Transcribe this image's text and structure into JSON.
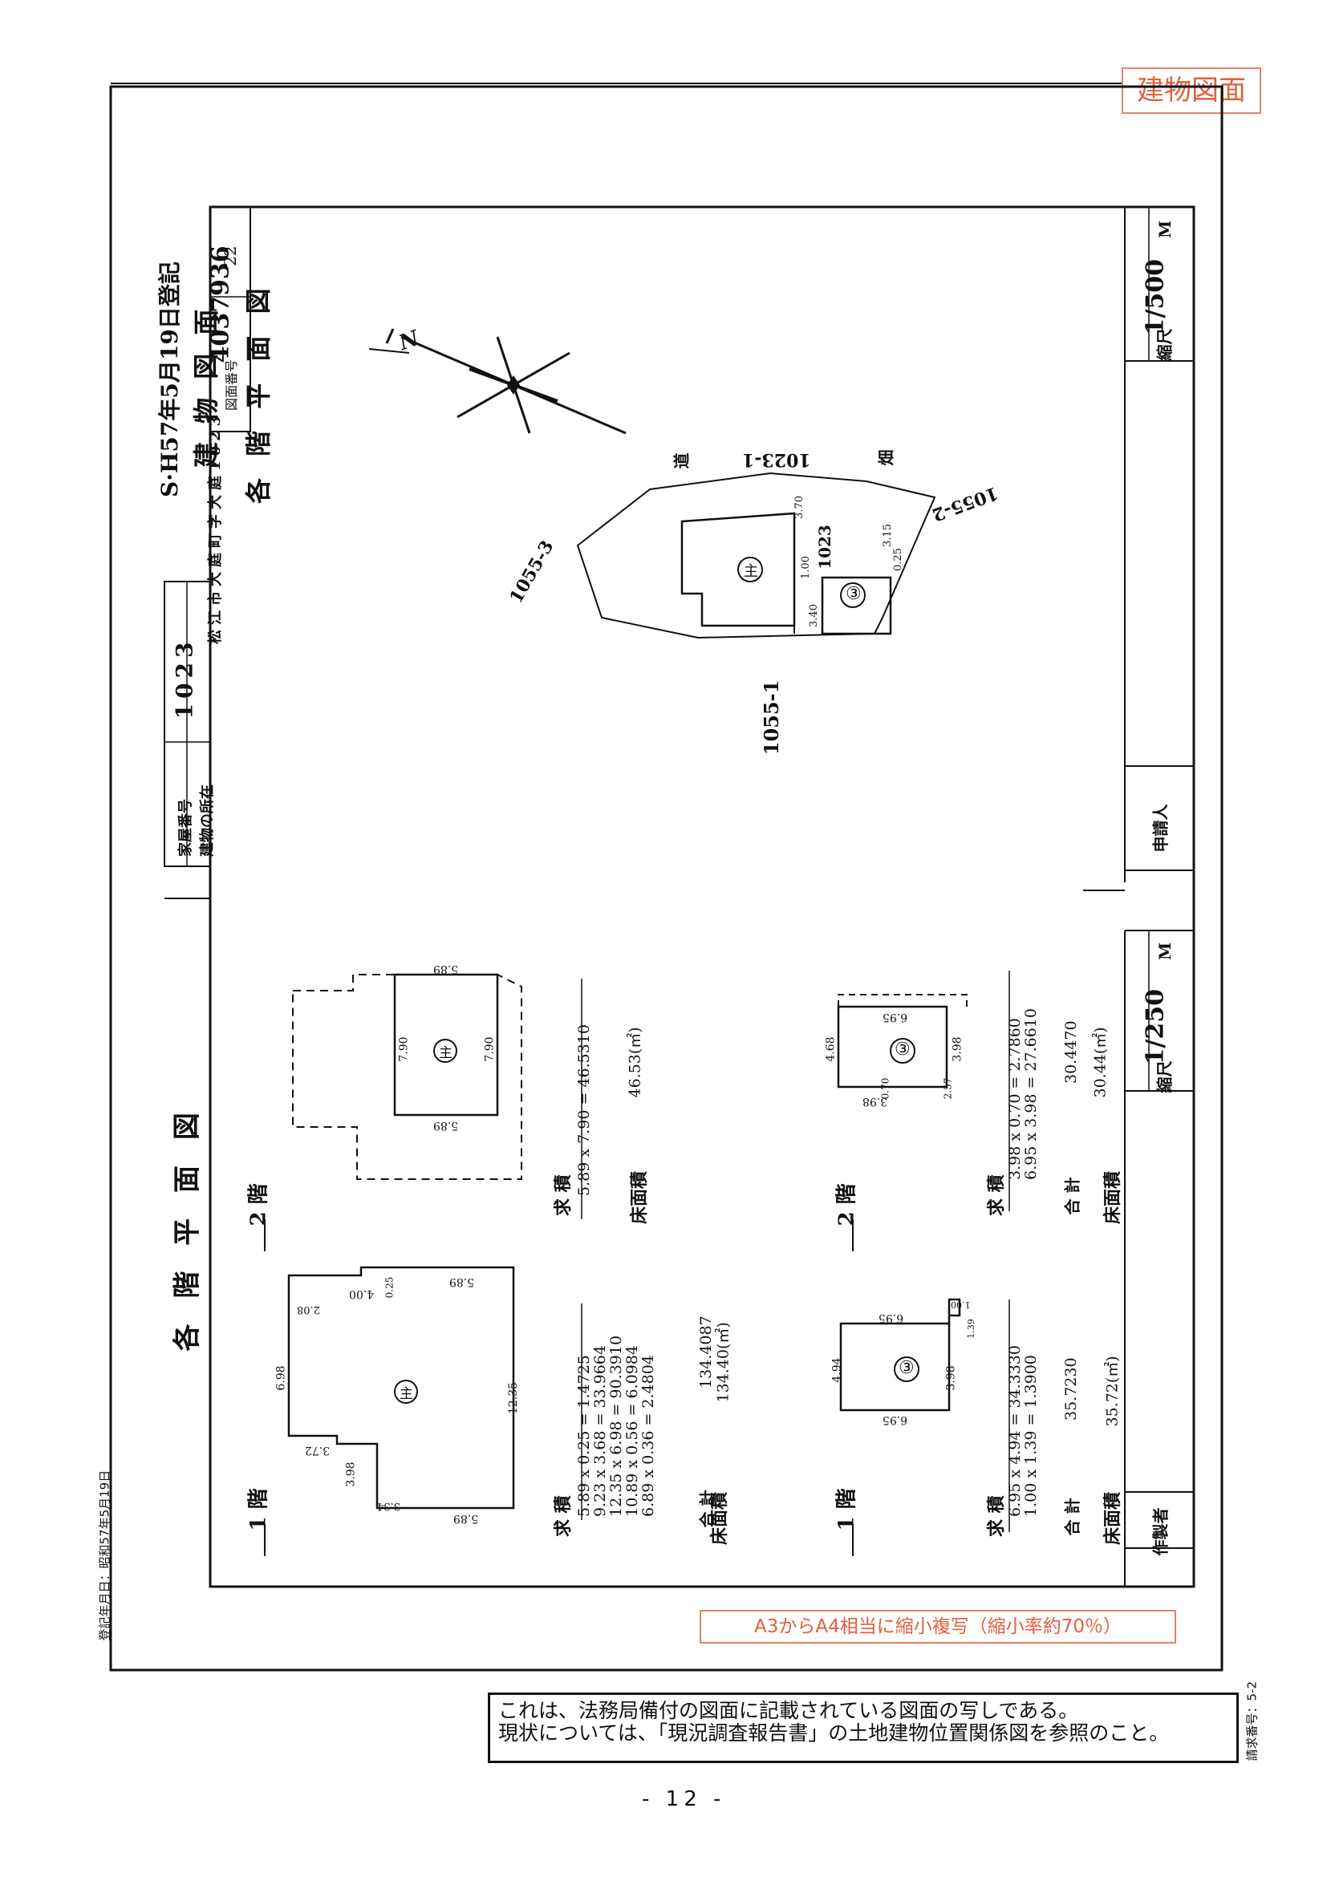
{
  "header": {
    "tag": "建物図面",
    "scale_label_top": "縮尺",
    "scale_top": "1/500",
    "scale_unit": "M",
    "applicant_label": "申請人",
    "scale_label_bottom": "縮尺",
    "scale_bottom": "1/250",
    "creator_label": "作製者"
  },
  "title_block": {
    "registered": "S·H57年5月19日登記",
    "title1": "建 物 図 面",
    "title2": "各 階 平 面 図",
    "doc_number": "4037936",
    "house_number_label": "家屋番号",
    "house_number": "1023",
    "location_label": "建物の所在",
    "location": "松江市大庭町字大庭1023",
    "sheet_label": "図面番号",
    "sheet_number": "22"
  },
  "site_plan": {
    "north_mark": "N",
    "lot_top": "1023-1",
    "lot_center": "1023",
    "lot_left": "1055-3",
    "lot_right": "1055-2",
    "lot_bottom": "1055-1",
    "label_michi": "道",
    "label_hata": "畑",
    "bldg_main": "主",
    "bldg_3": "③",
    "d1": "3.70",
    "d2": "3.15",
    "d3": "0.25",
    "d4": "3.40",
    "d5": "1.00"
  },
  "floor_plans": {
    "section_title": "各 階 平 面 図",
    "floor1": "1 階",
    "floor2": "2 階",
    "main_f1": {
      "mark": "主",
      "dims": [
        "4.00",
        "5.89",
        "6.98",
        "12.35",
        "3.72",
        "3.98",
        "3.34",
        "5.89",
        "2.08",
        "0.25"
      ]
    },
    "main_f2": {
      "mark": "主",
      "dims": [
        "5.89",
        "7.90",
        "7.90",
        "5.89"
      ]
    },
    "b3_f1": {
      "mark": "③",
      "dims": [
        "6.95",
        "4.94",
        "3.98",
        "6.95",
        "1.00",
        "1.39"
      ]
    },
    "b3_f2": {
      "mark": "③",
      "dims": [
        "6.95",
        "4.68",
        "3.98",
        "3.98",
        "2.57",
        "0.70"
      ]
    }
  },
  "area_calcs": {
    "heading": "求 積",
    "floor_area_label": "床面積",
    "total_label": "合 計",
    "main_f1": {
      "lines": [
        "5.89 x 0.25 = 1.4725",
        "9.23 x 3.68 = 33.9664",
        "12.35 x 6.98 = 90.3910",
        "10.89 x 0.56 = 6.0984",
        "6.89 x 0.36 = 2.4804"
      ],
      "total": "134.4087",
      "floor_area": "134.40(㎡)"
    },
    "main_f2": {
      "lines": [
        "5.89 x 7.90 = 46.5310"
      ],
      "floor_area": "46.53(㎡)"
    },
    "b3_f1": {
      "lines": [
        "6.95 x 4.94 = 34.3330",
        "1.00 x 1.39 = 1.3900"
      ],
      "total": "35.7230",
      "floor_area": "35.72(㎡)"
    },
    "b3_f2": {
      "lines": [
        "3.98 x 0.70 = 2.7860",
        "6.95 x 3.98 = 27.6610"
      ],
      "total": "30.4470",
      "floor_area": "30.44(㎡)"
    }
  },
  "footer": {
    "stamp": "A3からA4相当に縮小複写（縮小率約70％）",
    "note_line1": "これは、法務局備付の図面に記載されている図面の写しである。",
    "note_line2": "現状については、「現況調査報告書」の土地建物位置関係図を参照のこと。",
    "reg_date": "登記年月日：昭和57年5月19日",
    "request_no": "請求番号：5-2",
    "page": "- 12 -"
  }
}
